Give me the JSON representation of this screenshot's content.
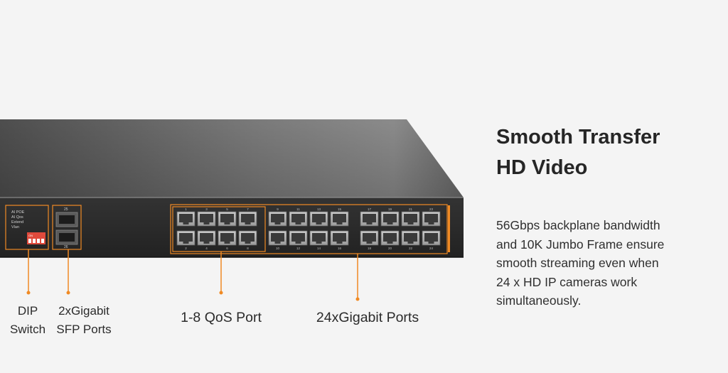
{
  "device": {
    "front_panel": {
      "status_labels": [
        "AI POE",
        "AI Qos",
        "Extend",
        "Vlan"
      ],
      "dip_switch_label": "ON",
      "sfp_port_numbers": [
        "25",
        "26"
      ],
      "port_top_numbers": [
        "1",
        "3",
        "5",
        "7",
        "9",
        "11",
        "13",
        "15",
        "17",
        "19",
        "21",
        "23"
      ],
      "port_bottom_numbers": [
        "2",
        "4",
        "6",
        "8",
        "10",
        "12",
        "14",
        "16",
        "18",
        "20",
        "22",
        "24"
      ]
    }
  },
  "callouts": {
    "dip_line1": "DIP",
    "dip_line2": "Switch",
    "sfp_line1": "2xGigabit",
    "sfp_line2": "SFP Ports",
    "qos": "1-8 QoS Port",
    "gigabit": "24xGigabit Ports"
  },
  "feature": {
    "title_line1": "Smooth Transfer",
    "title_line2": "HD Video",
    "description_lines": [
      "56Gbps backplane bandwidth",
      "and 10K Jumbo Frame ensure",
      "smooth streaming even when",
      "24 x HD IP cameras work",
      "simultaneously."
    ]
  },
  "colors": {
    "accent": "#f08a24",
    "chassis": "#2a2a2a",
    "background": "#f4f4f4",
    "text": "#2b2b2b"
  }
}
